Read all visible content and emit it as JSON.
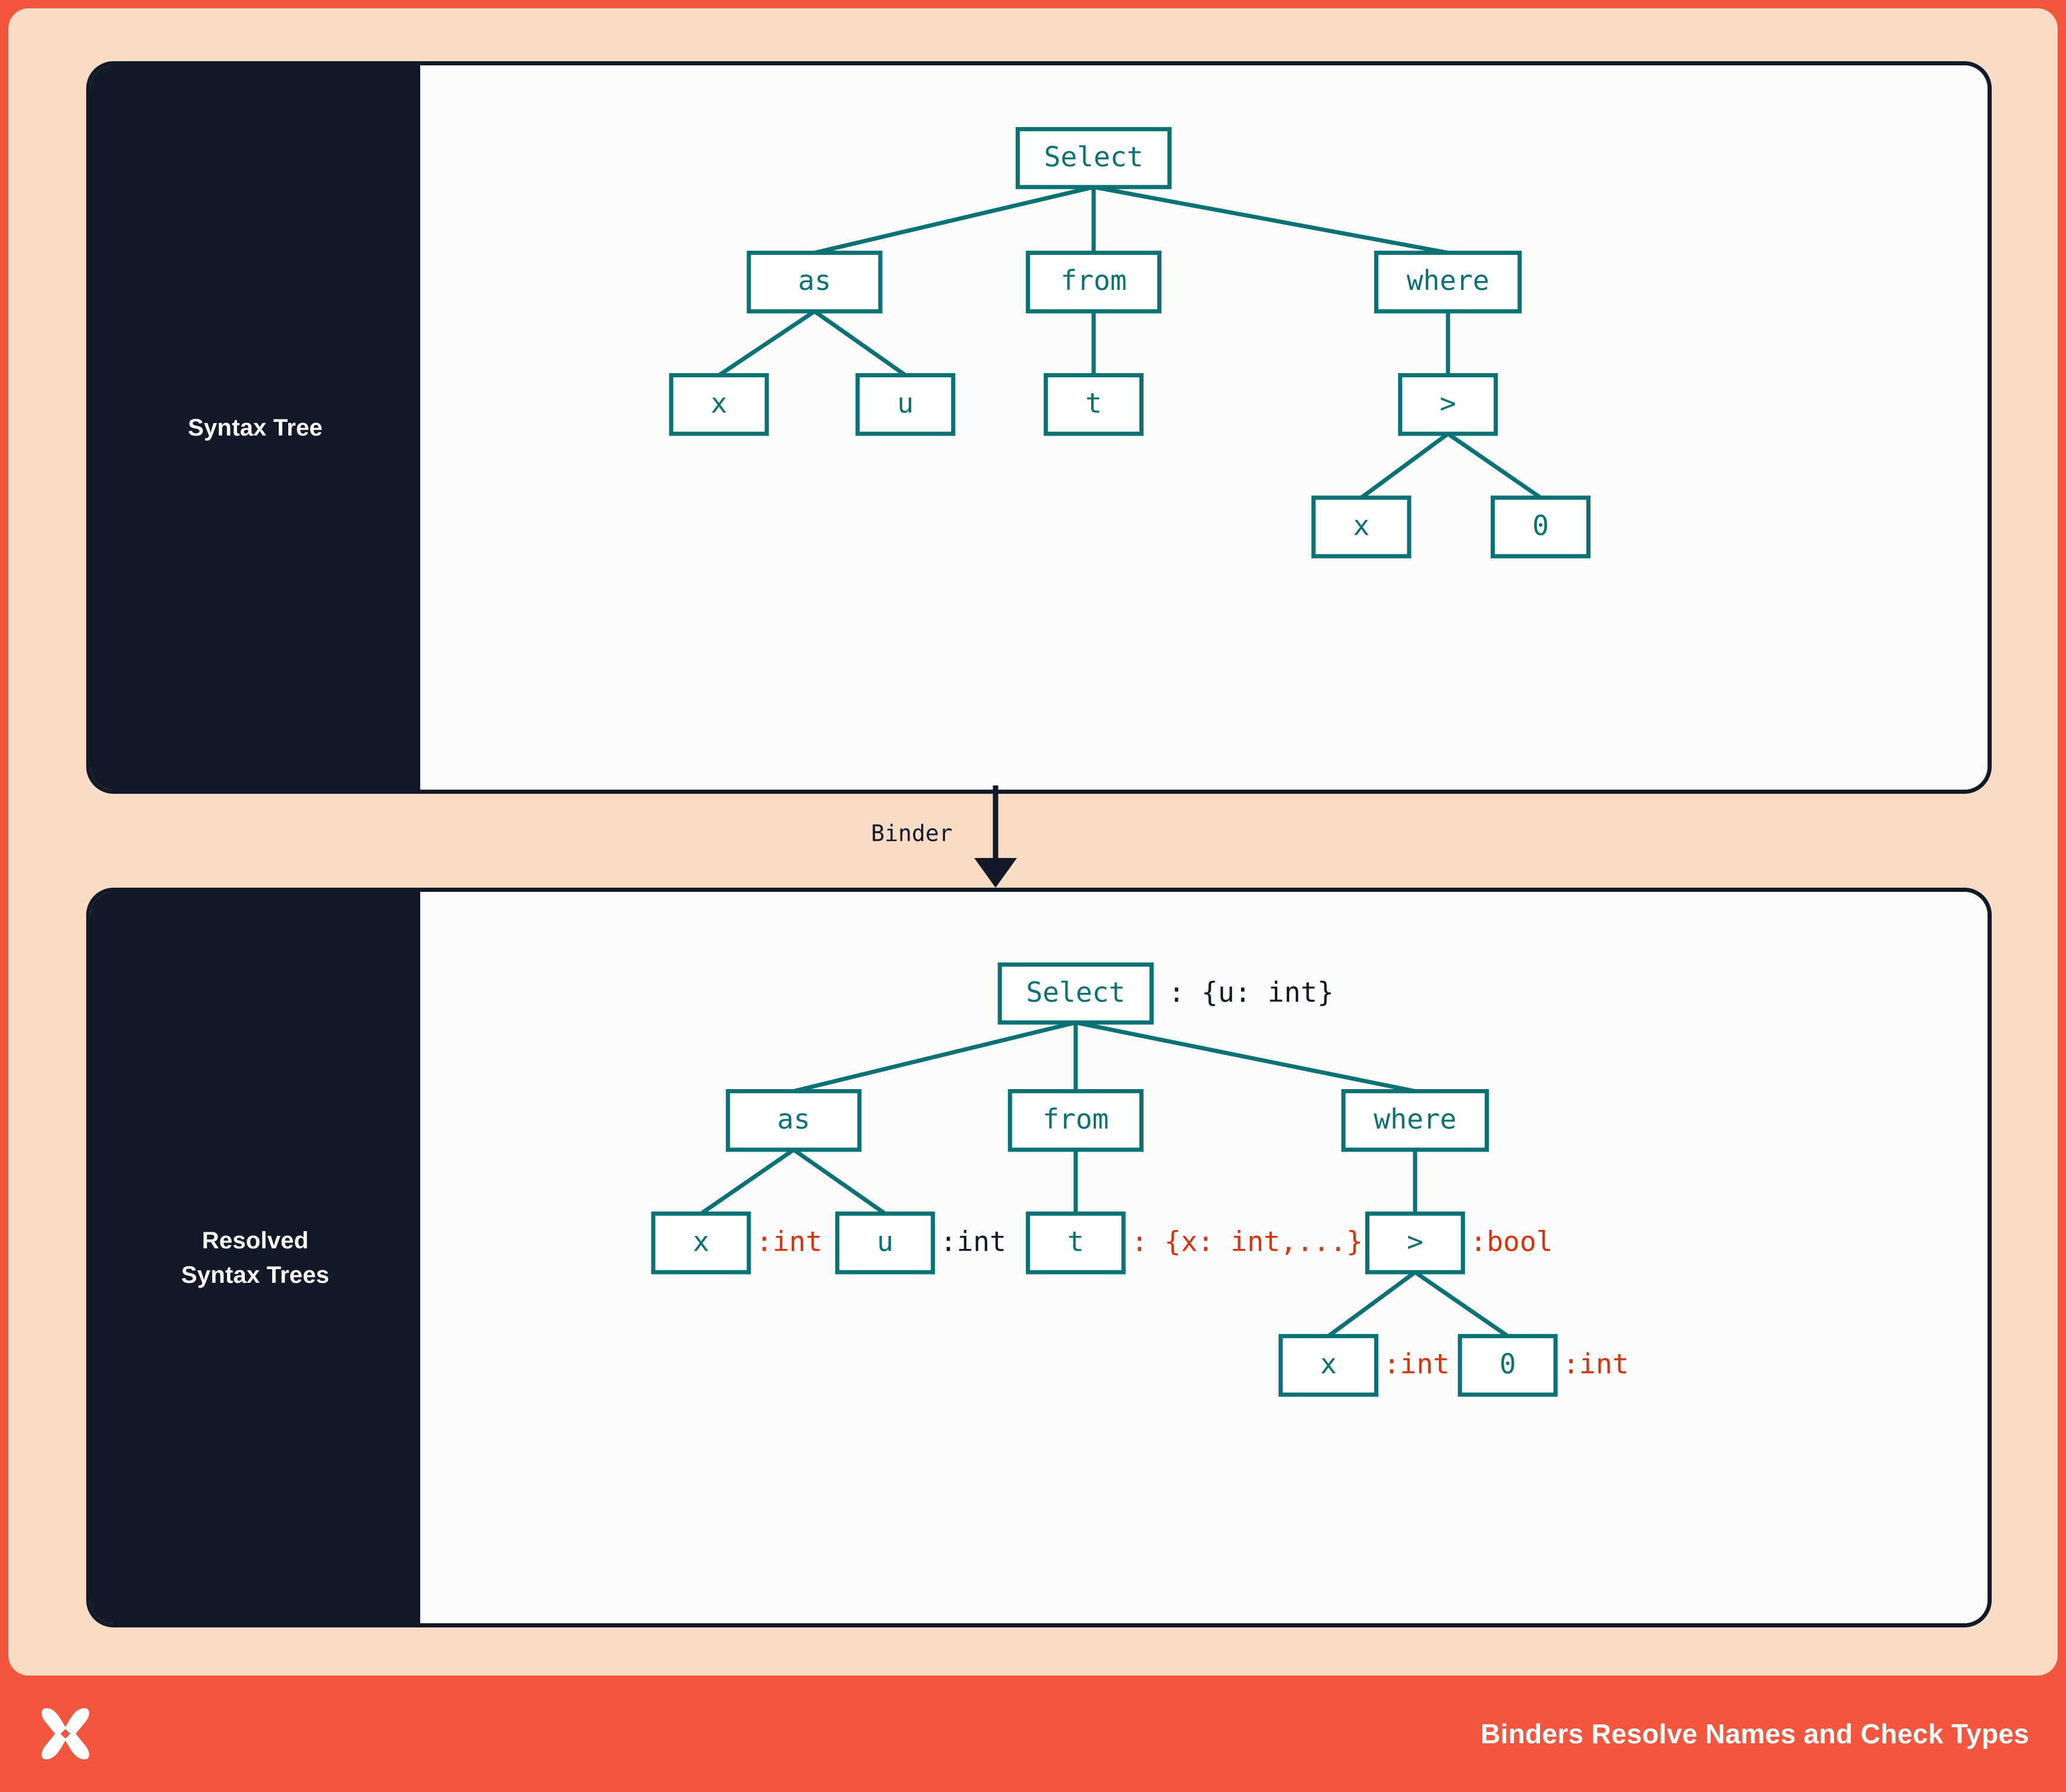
{
  "theme": {
    "background": "#F2563C",
    "card_background": "#F9DCC6",
    "panel_background": "#FBFBFB",
    "panel_border": "#131A27",
    "sidebar_background": "#131A27",
    "node_stroke": "#0A7175",
    "node_text": "#0A7175",
    "annotation_dark": "#131A27",
    "annotation_red": "#D6340F",
    "footer_text": "#FFFFFF"
  },
  "panels": [
    {
      "id": "syntax-tree",
      "sidebar_label": "Syntax Tree",
      "tree": {
        "root": {
          "label": "Select"
        },
        "nodes": [
          {
            "label": "Select",
            "annotation": "",
            "annotation_color": ""
          },
          {
            "label": "as",
            "annotation": "",
            "annotation_color": ""
          },
          {
            "label": "from",
            "annotation": "",
            "annotation_color": ""
          },
          {
            "label": "where",
            "annotation": "",
            "annotation_color": ""
          },
          {
            "label": "x",
            "annotation": "",
            "annotation_color": ""
          },
          {
            "label": "u",
            "annotation": "",
            "annotation_color": ""
          },
          {
            "label": "t",
            "annotation": "",
            "annotation_color": ""
          },
          {
            "label": ">",
            "annotation": "",
            "annotation_color": ""
          },
          {
            "label": "x",
            "annotation": "",
            "annotation_color": ""
          },
          {
            "label": "0",
            "annotation": "",
            "annotation_color": ""
          }
        ]
      }
    },
    {
      "id": "resolved-syntax-trees",
      "sidebar_label_line1": "Resolved",
      "sidebar_label_line2": "Syntax Trees",
      "tree": {
        "nodes": [
          {
            "label": "Select",
            "annotation": ": {u: int}",
            "annotation_color": "dark"
          },
          {
            "label": "as",
            "annotation": "",
            "annotation_color": ""
          },
          {
            "label": "from",
            "annotation": "",
            "annotation_color": ""
          },
          {
            "label": "where",
            "annotation": "",
            "annotation_color": ""
          },
          {
            "label": "x",
            "annotation": ":int",
            "annotation_color": "red"
          },
          {
            "label": "u",
            "annotation": ":int",
            "annotation_color": "dark"
          },
          {
            "label": "t",
            "annotation": ": {x: int,...}",
            "annotation_color": "red"
          },
          {
            "label": ">",
            "annotation": ":bool",
            "annotation_color": "red"
          },
          {
            "label": "x",
            "annotation": ":int",
            "annotation_color": "red"
          },
          {
            "label": "0",
            "annotation": ":int",
            "annotation_color": "red"
          }
        ]
      }
    }
  ],
  "connector": {
    "label": "Binder"
  },
  "footer": {
    "logo_name": "butterfly-x-logo",
    "title": "Binders Resolve Names and Check Types"
  },
  "labels": {
    "t1_select": "Select",
    "t1_as": "as",
    "t1_from": "from",
    "t1_where": "where",
    "t1_x1": "x",
    "t1_u": "u",
    "t1_t": "t",
    "t1_gt": ">",
    "t1_x2": "x",
    "t1_zero": "0",
    "t2_select": "Select",
    "t2_select_anno": ": {u: int}",
    "t2_as": "as",
    "t2_from": "from",
    "t2_where": "where",
    "t2_x1": "x",
    "t2_x1_anno": ":int",
    "t2_u": "u",
    "t2_u_anno": ":int",
    "t2_t": "t",
    "t2_t_anno": ": {x: int,...}",
    "t2_gt": ">",
    "t2_gt_anno": ":bool",
    "t2_x2": "x",
    "t2_x2_anno": ":int",
    "t2_zero": "0",
    "t2_zero_anno": ":int"
  }
}
